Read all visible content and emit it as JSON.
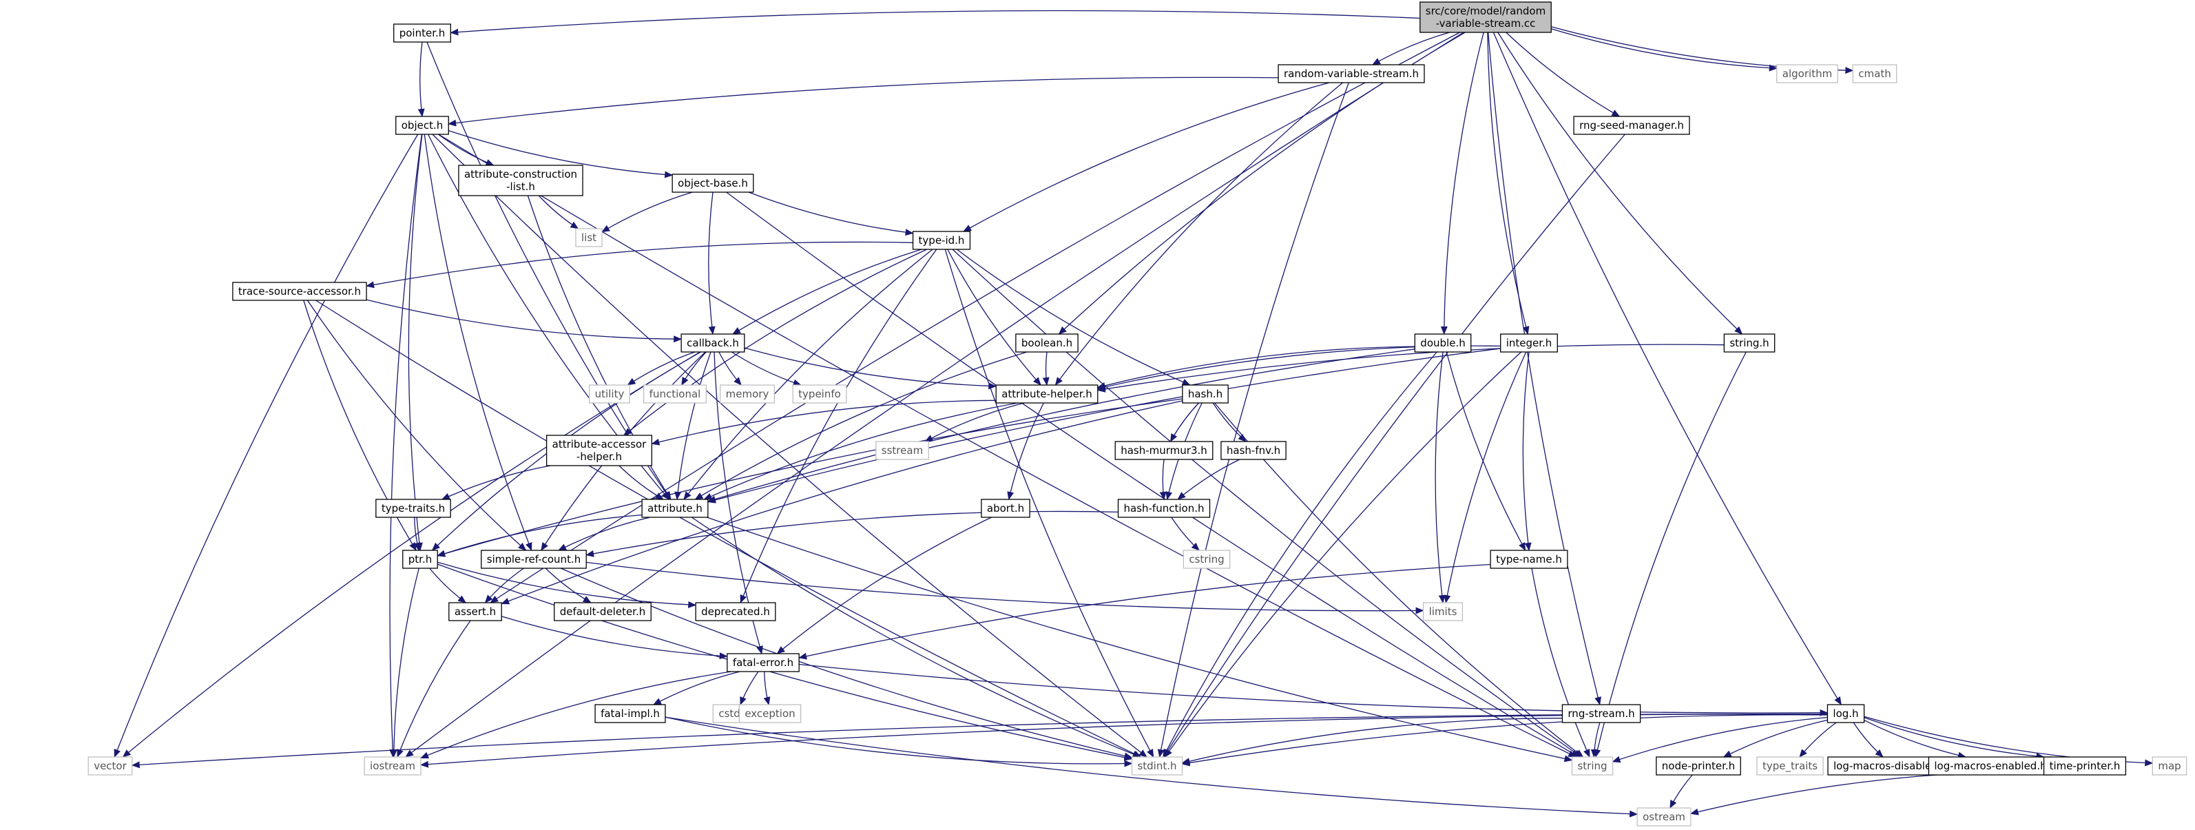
{
  "colors": {
    "edge": "#191970",
    "node_border": "#000000",
    "external_border": "#bfbfbf",
    "root_fill": "#bfbfbf",
    "background": "#ffffff"
  },
  "nodes": [
    {
      "id": "root",
      "label": "src/core/model/random\n-variable-stream.cc",
      "kind": "root"
    },
    {
      "id": "pointer",
      "label": "pointer.h",
      "kind": "file"
    },
    {
      "id": "rvs",
      "label": "random-variable-stream.h",
      "kind": "file"
    },
    {
      "id": "algorithm",
      "label": "algorithm",
      "kind": "external"
    },
    {
      "id": "cmath",
      "label": "cmath",
      "kind": "external"
    },
    {
      "id": "object",
      "label": "object.h",
      "kind": "file"
    },
    {
      "id": "rngseed",
      "label": "rng-seed-manager.h",
      "kind": "file"
    },
    {
      "id": "attrcons",
      "label": "attribute-construction\n-list.h",
      "kind": "file"
    },
    {
      "id": "objbase",
      "label": "object-base.h",
      "kind": "file"
    },
    {
      "id": "list",
      "label": "list",
      "kind": "external"
    },
    {
      "id": "typeid",
      "label": "type-id.h",
      "kind": "file"
    },
    {
      "id": "tsa",
      "label": "trace-source-accessor.h",
      "kind": "file"
    },
    {
      "id": "callback",
      "label": "callback.h",
      "kind": "file"
    },
    {
      "id": "boolean",
      "label": "boolean.h",
      "kind": "file"
    },
    {
      "id": "double",
      "label": "double.h",
      "kind": "file"
    },
    {
      "id": "integer",
      "label": "integer.h",
      "kind": "file"
    },
    {
      "id": "stringh",
      "label": "string.h",
      "kind": "file"
    },
    {
      "id": "utility",
      "label": "utility",
      "kind": "external"
    },
    {
      "id": "functional",
      "label": "functional",
      "kind": "external"
    },
    {
      "id": "memory",
      "label": "memory",
      "kind": "external"
    },
    {
      "id": "typeinfo",
      "label": "typeinfo",
      "kind": "external"
    },
    {
      "id": "attrhelper",
      "label": "attribute-helper.h",
      "kind": "file"
    },
    {
      "id": "hash",
      "label": "hash.h",
      "kind": "file"
    },
    {
      "id": "attracc",
      "label": "attribute-accessor\n-helper.h",
      "kind": "file"
    },
    {
      "id": "sstream",
      "label": "sstream",
      "kind": "external"
    },
    {
      "id": "murmur",
      "label": "hash-murmur3.h",
      "kind": "file"
    },
    {
      "id": "fnv",
      "label": "hash-fnv.h",
      "kind": "file"
    },
    {
      "id": "typetraits",
      "label": "type-traits.h",
      "kind": "file"
    },
    {
      "id": "attribute",
      "label": "attribute.h",
      "kind": "file"
    },
    {
      "id": "abort",
      "label": "abort.h",
      "kind": "file"
    },
    {
      "id": "hashfn",
      "label": "hash-function.h",
      "kind": "file"
    },
    {
      "id": "ptr",
      "label": "ptr.h",
      "kind": "file"
    },
    {
      "id": "src",
      "label": "simple-ref-count.h",
      "kind": "file"
    },
    {
      "id": "cstring",
      "label": "cstring",
      "kind": "external"
    },
    {
      "id": "typename",
      "label": "type-name.h",
      "kind": "file"
    },
    {
      "id": "assert",
      "label": "assert.h",
      "kind": "file"
    },
    {
      "id": "defdel",
      "label": "default-deleter.h",
      "kind": "file"
    },
    {
      "id": "deprecated",
      "label": "deprecated.h",
      "kind": "file"
    },
    {
      "id": "limits",
      "label": "limits",
      "kind": "external"
    },
    {
      "id": "fatalerror",
      "label": "fatal-error.h",
      "kind": "file"
    },
    {
      "id": "fatalimpl",
      "label": "fatal-impl.h",
      "kind": "file"
    },
    {
      "id": "cstdlib",
      "label": "cstdlib",
      "kind": "external"
    },
    {
      "id": "exception",
      "label": "exception",
      "kind": "external"
    },
    {
      "id": "rngstream",
      "label": "rng-stream.h",
      "kind": "file"
    },
    {
      "id": "log",
      "label": "log.h",
      "kind": "file"
    },
    {
      "id": "vector",
      "label": "vector",
      "kind": "external"
    },
    {
      "id": "iostream",
      "label": "iostream",
      "kind": "external"
    },
    {
      "id": "stdint",
      "label": "stdint.h",
      "kind": "external"
    },
    {
      "id": "string",
      "label": "string",
      "kind": "external"
    },
    {
      "id": "nodeprinter",
      "label": "node-printer.h",
      "kind": "file"
    },
    {
      "id": "typetraitsx",
      "label": "type_traits",
      "kind": "external"
    },
    {
      "id": "logdis",
      "label": "log-macros-disabled.h",
      "kind": "file"
    },
    {
      "id": "logen",
      "label": "log-macros-enabled.h",
      "kind": "file"
    },
    {
      "id": "timeprinter",
      "label": "time-printer.h",
      "kind": "file"
    },
    {
      "id": "map",
      "label": "map",
      "kind": "external"
    },
    {
      "id": "ostream",
      "label": "ostream",
      "kind": "external"
    }
  ],
  "edges": [
    [
      "root",
      "pointer"
    ],
    [
      "root",
      "rvs"
    ],
    [
      "root",
      "algorithm"
    ],
    [
      "root",
      "cmath"
    ],
    [
      "root",
      "rngseed"
    ],
    [
      "root",
      "boolean"
    ],
    [
      "root",
      "double"
    ],
    [
      "root",
      "integer"
    ],
    [
      "root",
      "stringh"
    ],
    [
      "root",
      "log"
    ],
    [
      "root",
      "rngstream"
    ],
    [
      "root",
      "assert"
    ],
    [
      "root",
      "iostream"
    ],
    [
      "pointer",
      "object"
    ],
    [
      "pointer",
      "attribute"
    ],
    [
      "rvs",
      "object"
    ],
    [
      "rvs",
      "typeid"
    ],
    [
      "rvs",
      "attrhelper"
    ],
    [
      "rvs",
      "stdint"
    ],
    [
      "rngseed",
      "stdint"
    ],
    [
      "object",
      "attrcons"
    ],
    [
      "object",
      "objbase"
    ],
    [
      "object",
      "attribute"
    ],
    [
      "object",
      "ptr"
    ],
    [
      "object",
      "src"
    ],
    [
      "object",
      "vector"
    ],
    [
      "object",
      "stdint"
    ],
    [
      "object",
      "string"
    ],
    [
      "object",
      "iostream"
    ],
    [
      "attrcons",
      "list"
    ],
    [
      "attrcons",
      "attribute"
    ],
    [
      "objbase",
      "list"
    ],
    [
      "objbase",
      "typeid"
    ],
    [
      "objbase",
      "callback"
    ],
    [
      "objbase",
      "string"
    ],
    [
      "typeid",
      "tsa"
    ],
    [
      "typeid",
      "callback"
    ],
    [
      "typeid",
      "attrhelper"
    ],
    [
      "typeid",
      "hash"
    ],
    [
      "typeid",
      "attracc"
    ],
    [
      "typeid",
      "attribute"
    ],
    [
      "typeid",
      "deprecated"
    ],
    [
      "typeid",
      "stdint"
    ],
    [
      "typeid",
      "string"
    ],
    [
      "tsa",
      "callback"
    ],
    [
      "tsa",
      "ptr"
    ],
    [
      "tsa",
      "src"
    ],
    [
      "tsa",
      "stdint"
    ],
    [
      "callback",
      "attribute"
    ],
    [
      "callback",
      "attrhelper"
    ],
    [
      "callback",
      "ptr"
    ],
    [
      "callback",
      "src"
    ],
    [
      "callback",
      "fatalerror"
    ],
    [
      "callback",
      "utility"
    ],
    [
      "callback",
      "functional"
    ],
    [
      "callback",
      "memory"
    ],
    [
      "callback",
      "typeinfo"
    ],
    [
      "callback",
      "vector"
    ],
    [
      "boolean",
      "attrhelper"
    ],
    [
      "boolean",
      "attribute"
    ],
    [
      "double",
      "attrhelper"
    ],
    [
      "double",
      "attribute"
    ],
    [
      "double",
      "typename"
    ],
    [
      "double",
      "limits"
    ],
    [
      "double",
      "stdint"
    ],
    [
      "integer",
      "attrhelper"
    ],
    [
      "integer",
      "attribute"
    ],
    [
      "integer",
      "typename"
    ],
    [
      "integer",
      "limits"
    ],
    [
      "integer",
      "stdint"
    ],
    [
      "stringh",
      "attrhelper"
    ],
    [
      "stringh",
      "string"
    ],
    [
      "attrhelper",
      "attracc"
    ],
    [
      "attrhelper",
      "attribute"
    ],
    [
      "attrhelper",
      "abort"
    ],
    [
      "attrhelper",
      "sstream"
    ],
    [
      "hash",
      "murmur"
    ],
    [
      "hash",
      "fnv"
    ],
    [
      "hash",
      "hashfn"
    ],
    [
      "hash",
      "ptr"
    ],
    [
      "hash",
      "assert"
    ],
    [
      "hash",
      "string"
    ],
    [
      "murmur",
      "hashfn"
    ],
    [
      "fnv",
      "hashfn"
    ],
    [
      "attracc",
      "attribute"
    ],
    [
      "attracc",
      "typetraits"
    ],
    [
      "typetraits",
      "ptr"
    ],
    [
      "attribute",
      "ptr"
    ],
    [
      "attribute",
      "src"
    ],
    [
      "attribute",
      "string"
    ],
    [
      "attribute",
      "stdint"
    ],
    [
      "abort",
      "fatalerror"
    ],
    [
      "hashfn",
      "cstring"
    ],
    [
      "hashfn",
      "src"
    ],
    [
      "ptr",
      "assert"
    ],
    [
      "ptr",
      "deprecated"
    ],
    [
      "ptr",
      "iostream"
    ],
    [
      "ptr",
      "stdint"
    ],
    [
      "src",
      "assert"
    ],
    [
      "src",
      "defdel"
    ],
    [
      "src",
      "limits"
    ],
    [
      "src",
      "stdint"
    ],
    [
      "typename",
      "fatalerror"
    ],
    [
      "typename",
      "string"
    ],
    [
      "assert",
      "fatalerror"
    ],
    [
      "assert",
      "iostream"
    ],
    [
      "fatalerror",
      "fatalimpl"
    ],
    [
      "fatalerror",
      "cstdlib"
    ],
    [
      "fatalerror",
      "exception"
    ],
    [
      "fatalerror",
      "log"
    ],
    [
      "fatalerror",
      "iostream"
    ],
    [
      "fatalimpl",
      "ostream"
    ],
    [
      "fatalimpl",
      "stdint"
    ],
    [
      "rngstream",
      "stdint"
    ],
    [
      "rngstream",
      "string"
    ],
    [
      "log",
      "nodeprinter"
    ],
    [
      "log",
      "typetraitsx"
    ],
    [
      "log",
      "logdis"
    ],
    [
      "log",
      "logen"
    ],
    [
      "log",
      "timeprinter"
    ],
    [
      "log",
      "map"
    ],
    [
      "log",
      "string"
    ],
    [
      "log",
      "stdint"
    ],
    [
      "log",
      "iostream"
    ],
    [
      "log",
      "vector"
    ],
    [
      "nodeprinter",
      "ostream"
    ],
    [
      "timeprinter",
      "ostream"
    ]
  ]
}
